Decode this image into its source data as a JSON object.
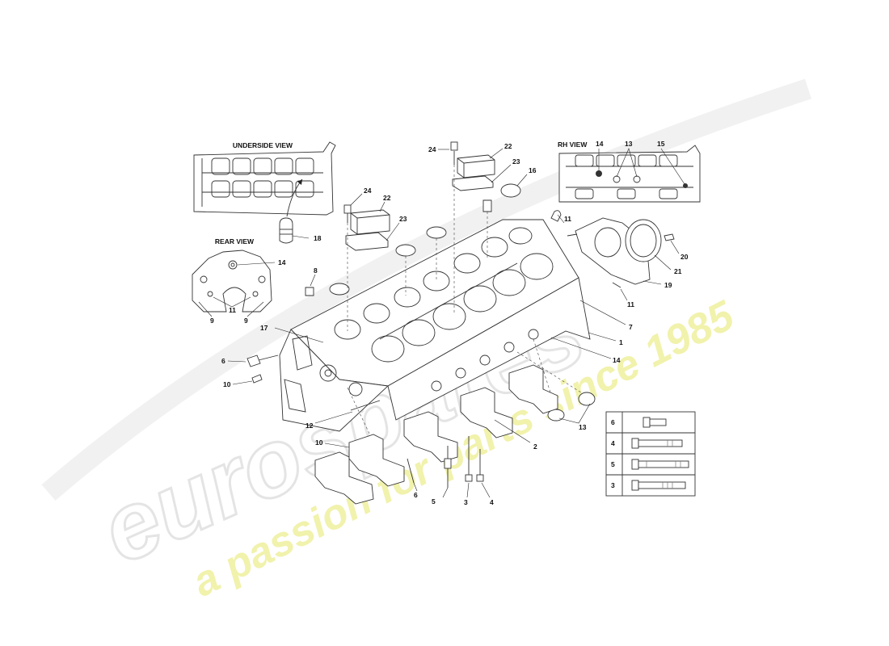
{
  "views": {
    "underside": "UNDERSIDE VIEW",
    "rear": "REAR VIEW",
    "rh": "RH VIEW"
  },
  "callouts": {
    "c24a": "24",
    "c22a": "22",
    "c23a": "23",
    "c16": "16",
    "c24b": "24",
    "c22b": "22",
    "c23b": "23",
    "c18": "18",
    "c14r": "14",
    "c11r": "11",
    "c9a": "9",
    "c9b": "9",
    "c8": "8",
    "c17": "17",
    "c6a": "6",
    "c10a": "10",
    "c12": "12",
    "c10b": "10",
    "c6b": "6",
    "c5": "5",
    "c3": "3",
    "c4": "4",
    "c2": "2",
    "c13b": "13",
    "c14b": "14",
    "c1": "1",
    "c7": "7",
    "c11a": "11",
    "c11b": "11",
    "c19": "19",
    "c21": "21",
    "c20": "20",
    "c14rh": "14",
    "c13rh": "13",
    "c15rh": "15"
  },
  "bolt_table": [
    "6",
    "4",
    "5",
    "3"
  ],
  "watermark": {
    "logo": "eurospares",
    "tagline": "a passion for parts since 1985"
  }
}
